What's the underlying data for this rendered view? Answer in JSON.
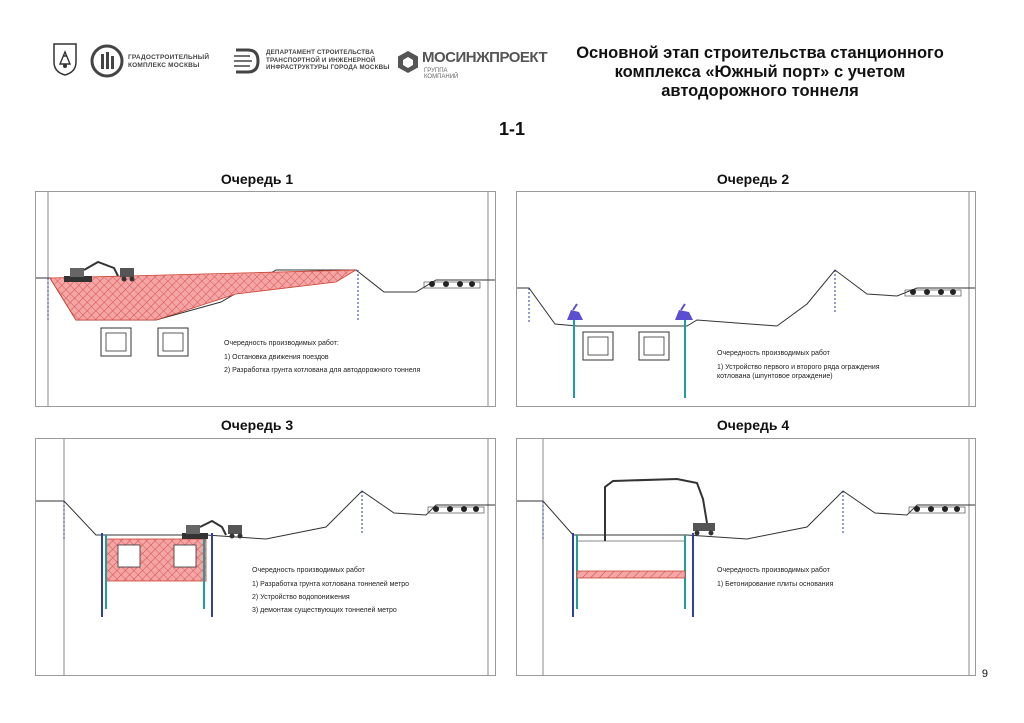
{
  "logos": {
    "moscow_emblem": "moscow-coat-of-arms",
    "gradkompleks": "ГРАДОСТРОИТЕЛЬНЫЙ\nКОМПЛЕКС МОСКВЫ",
    "department": "ДЕПАРТАМЕНТ СТРОИТЕЛЬСТВА\nТРАНСПОРТНОЙ И ИНЖЕНЕРНОЙ\nИНФРАСТРУКТУРЫ ГОРОДА МОСКВЫ",
    "mosinzh": "МОСИНЖПРОЕКТ",
    "mosinzh_sub": "ГРУППА КОМПАНИЙ"
  },
  "title_lines": [
    "Основной этап строительства станционного",
    "комплекса «Южный порт» с учетом",
    "автодорожного тоннеля"
  ],
  "section": "1-1",
  "colors": {
    "soil_fill": "#f4a6a6",
    "soil_hatch": "#d84a4a",
    "wall_teal": "#1f9e9a",
    "wall_blue": "#3040a0",
    "rig": "#5a4fd0"
  },
  "stages": [
    {
      "title": "Очередь 1",
      "notes_title": "Очередность производимых работ:",
      "notes": [
        "1) Остановка движения поездов",
        "2) Разработка грунта котлована для автодорожного тоннеля"
      ]
    },
    {
      "title": "Очередь 2",
      "notes_title": "Очередность производимых работ",
      "notes": [
        "1) Устройство первого и второго ряда ограждения\n    котлована (шпунтовое ограждение)"
      ]
    },
    {
      "title": "Очередь 3",
      "notes_title": "Очередность производимых работ",
      "notes": [
        "1) Разработка грунта котлована тоннелей метро",
        "2) Устройство водопонижения",
        "3) демонтаж существующих тоннелей метро"
      ]
    },
    {
      "title": "Очередь 4",
      "notes_title": "Очередность производимых работ",
      "notes": [
        "1) Бетонирование плиты основания"
      ]
    }
  ],
  "page_number": "9"
}
